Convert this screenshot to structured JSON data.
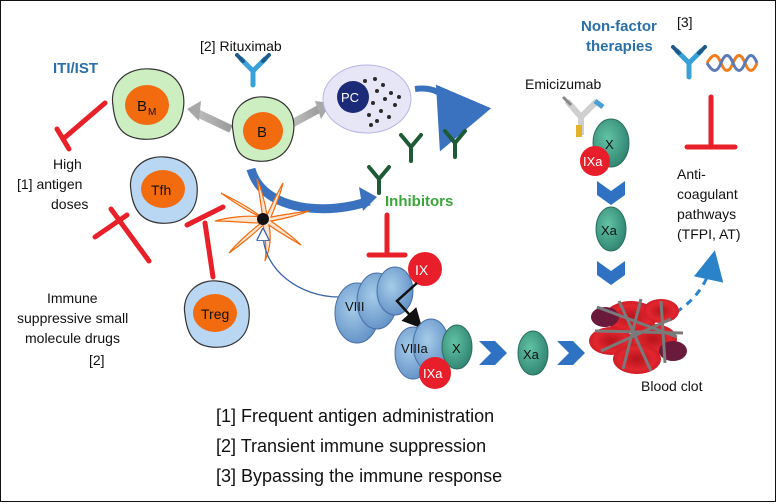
{
  "labels": {
    "iti_ist": "ITI/IST",
    "rituximab": "[2] Rituximab",
    "b_memory": "B",
    "b_memory_sub": "M",
    "b_cell": "B",
    "plasma_cell": "PC",
    "tfh": "Tfh",
    "treg": "Treg",
    "high_antigen": [
      "High",
      "[1] antigen",
      "doses"
    ],
    "immune_suppressive": [
      "Immune",
      "suppressive small",
      "molecule drugs",
      "[2]"
    ],
    "inhibitors": "Inhibitors",
    "nonfactor": [
      "Non-factor",
      "therapies"
    ],
    "ref3": "[3]",
    "emicizumab": "Emicizumab",
    "factor_x": "X",
    "factor_ixa": "IXa",
    "factor_xa": "Xa",
    "factor_viii": "VIII",
    "factor_ix": "IX",
    "factor_viiia": "VIIIa",
    "anticoag": [
      "Anti-",
      "coagulant",
      "pathways",
      "(TFPI, AT)"
    ],
    "blood_clot": "Blood clot"
  },
  "legend": [
    "[1] Frequent antigen administration",
    "[2] Transient immune suppression",
    "[3] Bypassing the immune response"
  ],
  "colors": {
    "inhibit_red": "#e8202a",
    "blue_text": "#2a6fa8",
    "green_text": "#3aa53a",
    "cell_green": "#cdeec0",
    "cell_blue": "#b9d6f2",
    "nucleus_orange": "#f26b0f",
    "factor_teal": "#3d9c86",
    "factor_blue": "#8fb3dd",
    "chevron_blue": "#2f72c3",
    "rbc_red": "#d8222a"
  }
}
